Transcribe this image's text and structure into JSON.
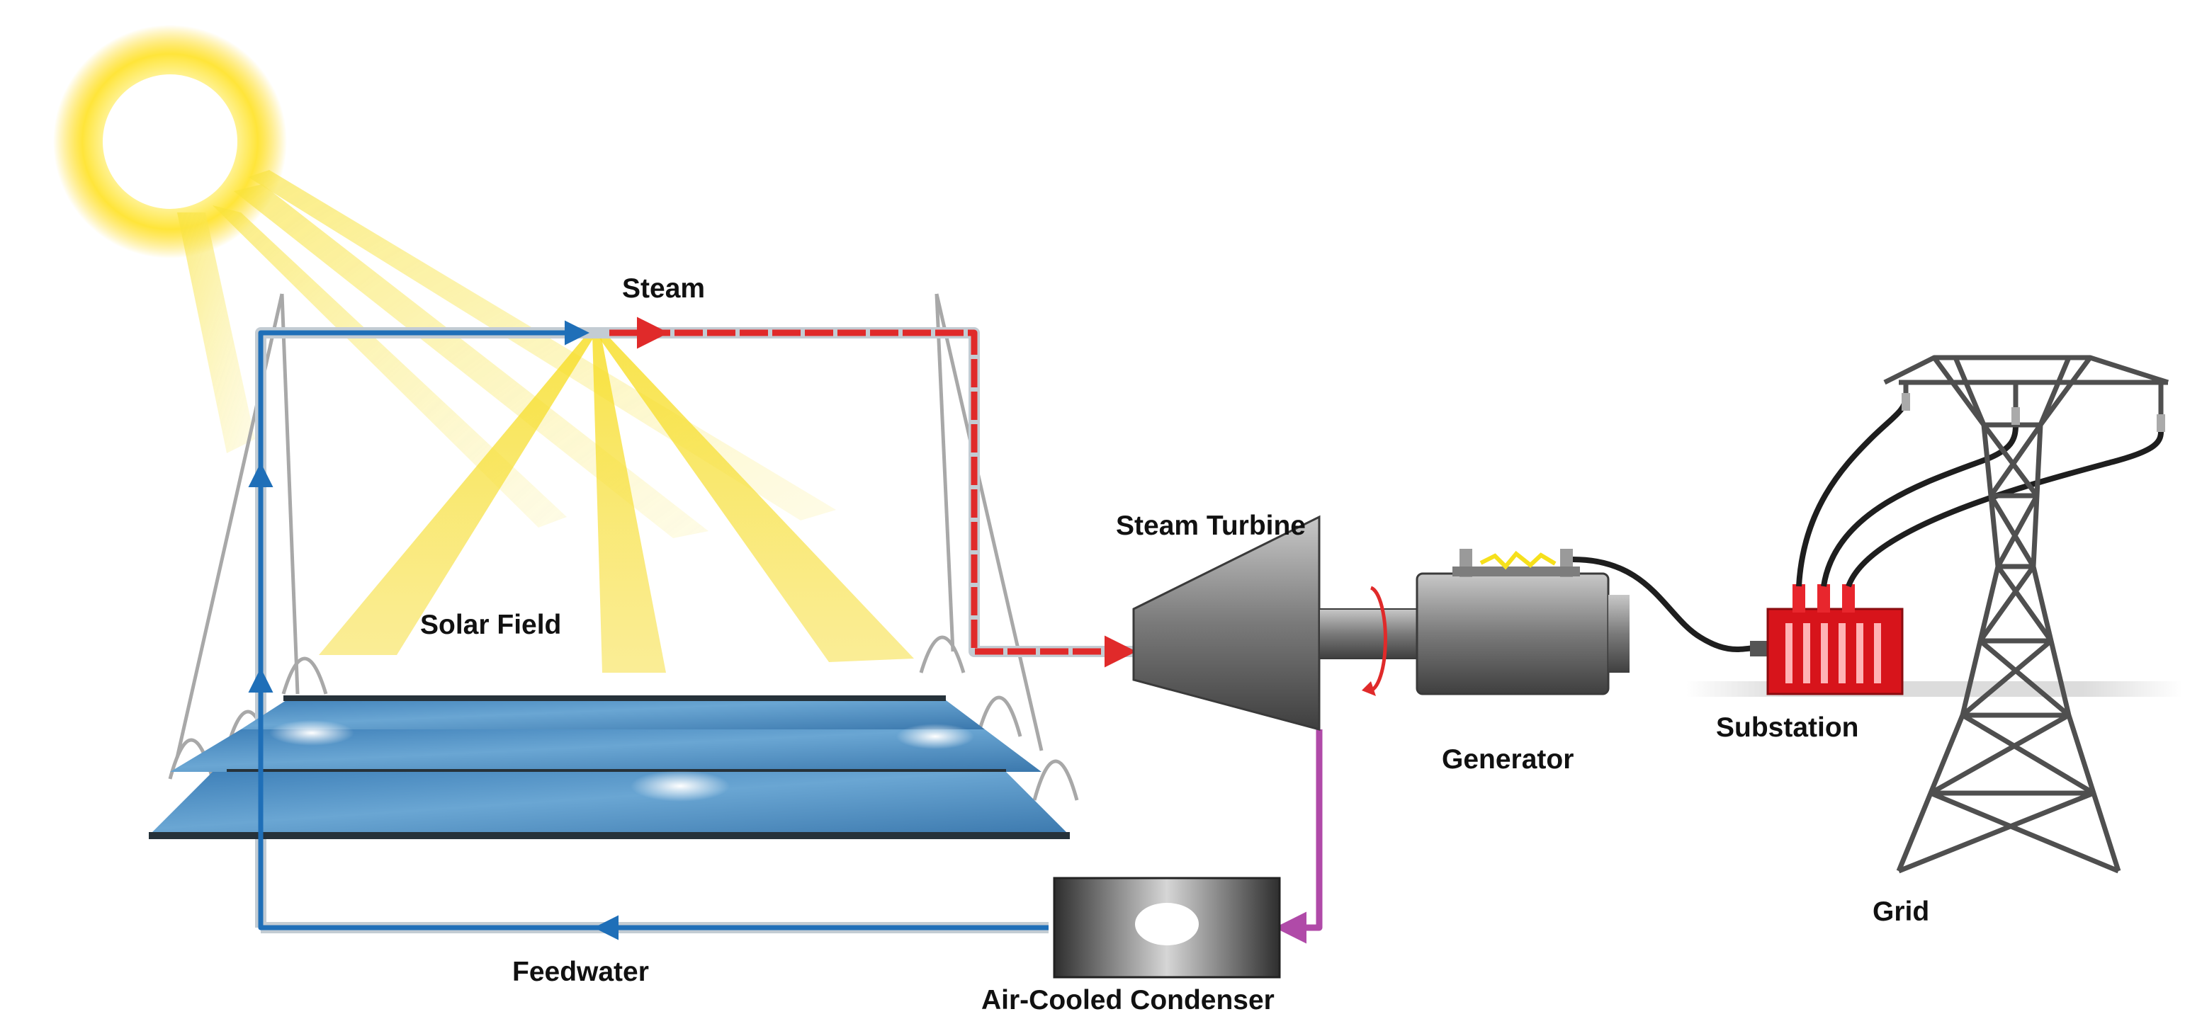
{
  "labels": {
    "steam": "Steam",
    "solar_field": "Solar Field",
    "steam_turbine": "Steam Turbine",
    "generator": "Generator",
    "substation": "Substation",
    "grid": "Grid",
    "feedwater": "Feedwater",
    "condenser": "Air-Cooled Condenser"
  },
  "colors": {
    "water_line": "#1f6fb8",
    "steam_line": "#e02a2a",
    "condensate_line": "#b04aa8",
    "pipe_outline": "#b9c4cc",
    "sunlight": "#f7dd1f",
    "mirror": "#4a8ec2",
    "machinery": "#8e8e8e",
    "substation": "#d7141b",
    "tower": "#4f4f4f"
  },
  "icons": {
    "sun": "sun-icon",
    "turbine_rotation": "rotation-arrow-icon"
  }
}
